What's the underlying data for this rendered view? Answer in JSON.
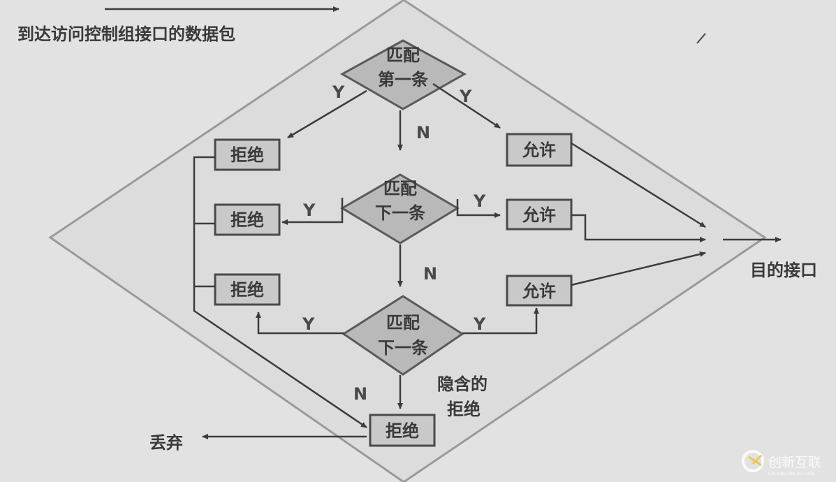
{
  "title": "到达访问控制组接口的数据包",
  "decisions": [
    {
      "line1": "匹配",
      "line2": "第一条"
    },
    {
      "line1": "匹配",
      "line2": "下一条"
    },
    {
      "line1": "匹配",
      "line2": "下一条"
    }
  ],
  "deny_label": "拒绝",
  "permit_label": "允许",
  "yes": "Y",
  "no": "N",
  "implicit_deny": {
    "line1": "隐含的",
    "line2": "拒绝"
  },
  "drop": "丢弃",
  "destination": "目的接口",
  "watermark": {
    "text": "创新互联",
    "sub": "CHUANG XIN HU LIAN"
  }
}
